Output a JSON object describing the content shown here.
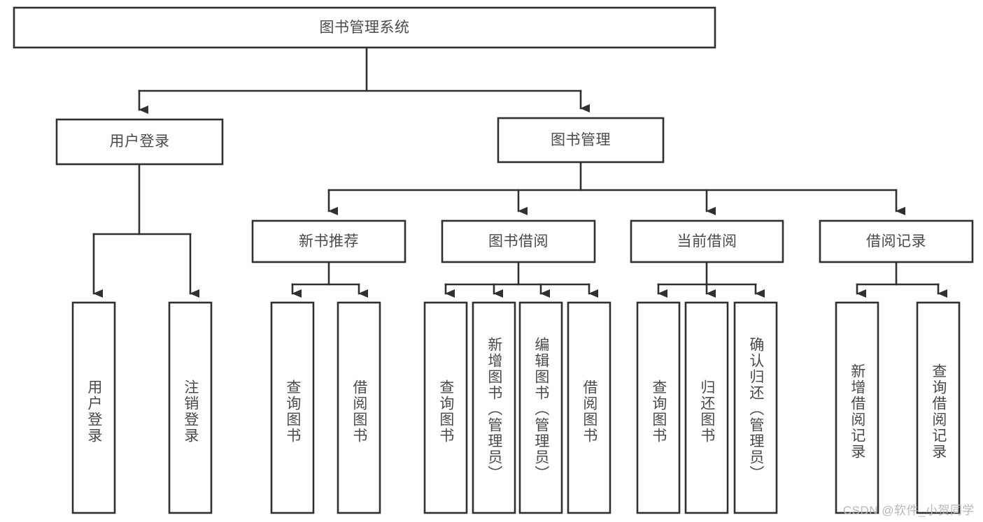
{
  "diagram": {
    "type": "tree-hierarchy-chart",
    "title": "图书管理系统",
    "colors": {
      "box_stroke": "#303030",
      "box_fill": "#ffffff",
      "text": "#4a4a4a",
      "connector": "#303030",
      "watermark": "#b8b8b8",
      "background": "#ffffff"
    },
    "nodes": {
      "root": {
        "label": "图书管理系统"
      },
      "level1": [
        {
          "id": "user-login",
          "label": "用户登录"
        },
        {
          "id": "book-manage",
          "label": "图书管理"
        }
      ],
      "level2": [
        {
          "id": "new-book-recommend",
          "label": "新书推荐"
        },
        {
          "id": "book-borrow",
          "label": "图书借阅"
        },
        {
          "id": "current-borrow",
          "label": "当前借阅"
        },
        {
          "id": "borrow-record",
          "label": "借阅记录"
        }
      ],
      "leaves": {
        "user-login": [
          {
            "id": "leaf-user-login",
            "label": "用户登录"
          },
          {
            "id": "leaf-logout-login",
            "label": "注销登录"
          }
        ],
        "new-book-recommend": [
          {
            "id": "leaf-query-book-1",
            "label": "查询图书"
          },
          {
            "id": "leaf-borrow-book-1",
            "label": "借阅图书"
          }
        ],
        "book-borrow": [
          {
            "id": "leaf-query-book-2",
            "label": "查询图书"
          },
          {
            "id": "leaf-add-book",
            "label": "新增图书（管理员）"
          },
          {
            "id": "leaf-edit-book",
            "label": "编辑图书（管理员）"
          },
          {
            "id": "leaf-borrow-book-2",
            "label": "借阅图书"
          }
        ],
        "current-borrow": [
          {
            "id": "leaf-query-book-3",
            "label": "查询图书"
          },
          {
            "id": "leaf-return-book",
            "label": "归还图书"
          },
          {
            "id": "leaf-confirm-return",
            "label": "确认归还（管理员）"
          }
        ],
        "borrow-record": [
          {
            "id": "leaf-add-record",
            "label": "新增借阅记录"
          },
          {
            "id": "leaf-query-record",
            "label": "查询借阅记录"
          }
        ]
      }
    },
    "watermark": "CSDN @软件_小贺同学"
  }
}
